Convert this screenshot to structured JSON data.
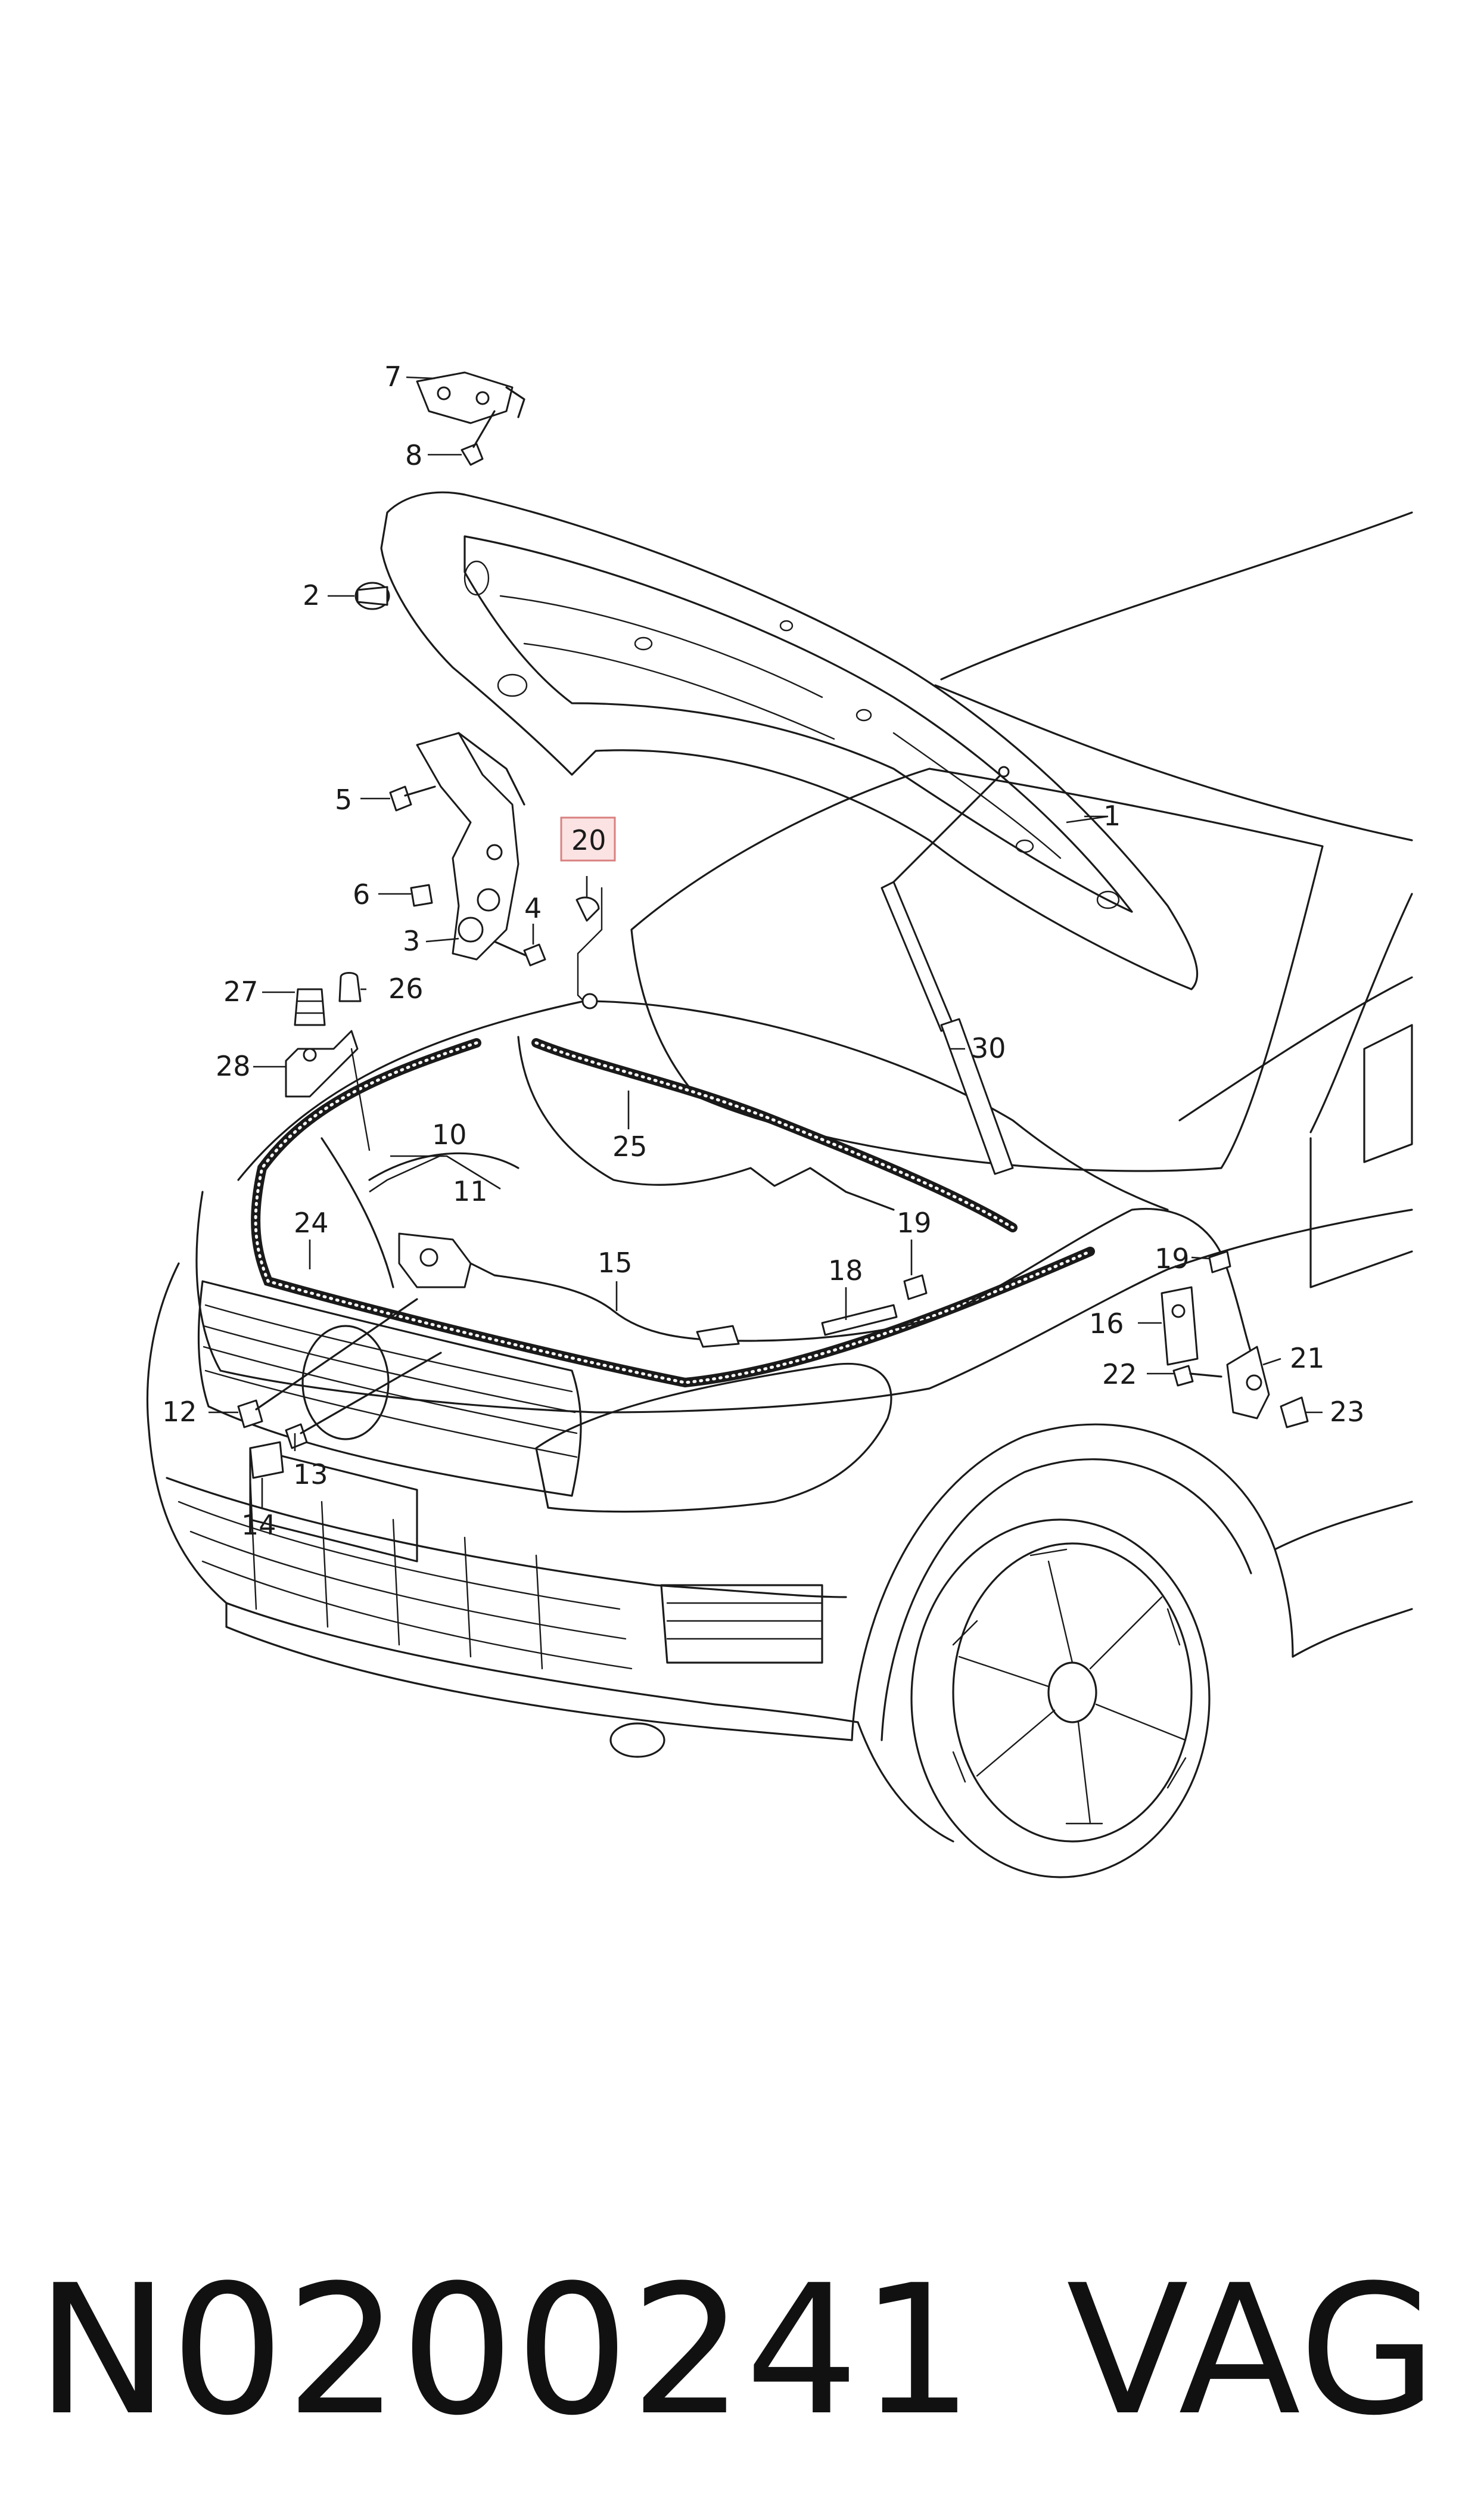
{
  "diagram": {
    "callouts": [
      {
        "id": "1",
        "label": "1"
      },
      {
        "id": "2",
        "label": "2"
      },
      {
        "id": "3",
        "label": "3"
      },
      {
        "id": "4",
        "label": "4"
      },
      {
        "id": "5",
        "label": "5"
      },
      {
        "id": "6",
        "label": "6"
      },
      {
        "id": "7",
        "label": "7"
      },
      {
        "id": "8",
        "label": "8"
      },
      {
        "id": "10",
        "label": "10"
      },
      {
        "id": "11",
        "label": "11"
      },
      {
        "id": "12",
        "label": "12"
      },
      {
        "id": "13",
        "label": "13"
      },
      {
        "id": "14",
        "label": "14"
      },
      {
        "id": "15",
        "label": "15"
      },
      {
        "id": "16",
        "label": "16"
      },
      {
        "id": "18",
        "label": "18"
      },
      {
        "id": "19a",
        "label": "19"
      },
      {
        "id": "19b",
        "label": "19"
      },
      {
        "id": "20",
        "label": "20",
        "highlighted": true
      },
      {
        "id": "21",
        "label": "21"
      },
      {
        "id": "22",
        "label": "22"
      },
      {
        "id": "23",
        "label": "23"
      },
      {
        "id": "24",
        "label": "24"
      },
      {
        "id": "25",
        "label": "25"
      },
      {
        "id": "26",
        "label": "26"
      },
      {
        "id": "27",
        "label": "27"
      },
      {
        "id": "28",
        "label": "28"
      },
      {
        "id": "30",
        "label": "30"
      }
    ],
    "highlight_color": "#fbe3e3"
  },
  "footer": {
    "code": "N0200241",
    "brand": "VAG"
  }
}
